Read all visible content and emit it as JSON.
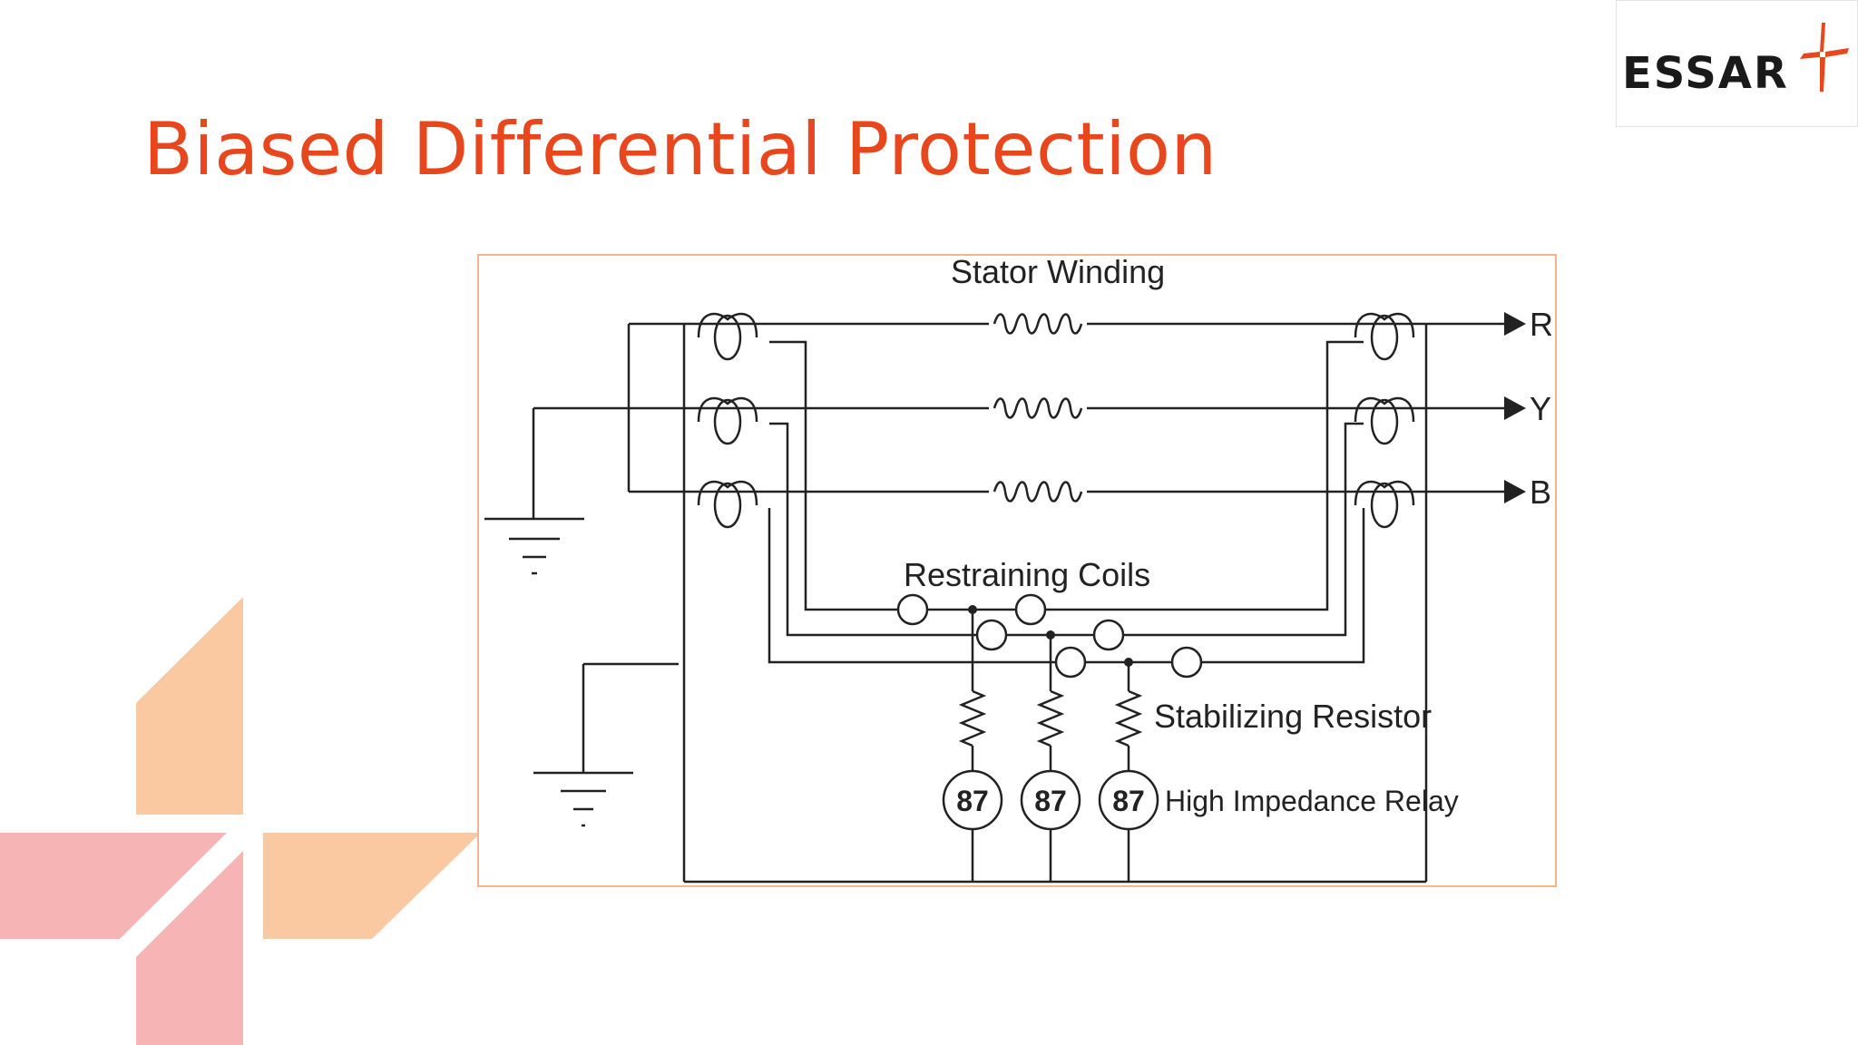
{
  "slide": {
    "title": "Biased Differential Protection"
  },
  "logo": {
    "text": "ESSAR",
    "color_text": "#1a1a1a",
    "color_cross": "#e8471e"
  },
  "colors": {
    "title": "#e8471e",
    "frame": "#f6b48c",
    "deco_orange": "#fac9a2",
    "deco_pink": "#f6b5b4"
  },
  "diagram": {
    "stator_label": "Stator Winding",
    "restraining_label": "Restraining Coils",
    "resistor_label": "Stabilizing Resistor",
    "relay_label": "High Impedance Relay",
    "relay_code": "87",
    "phases": [
      "R",
      "Y",
      "B"
    ]
  }
}
